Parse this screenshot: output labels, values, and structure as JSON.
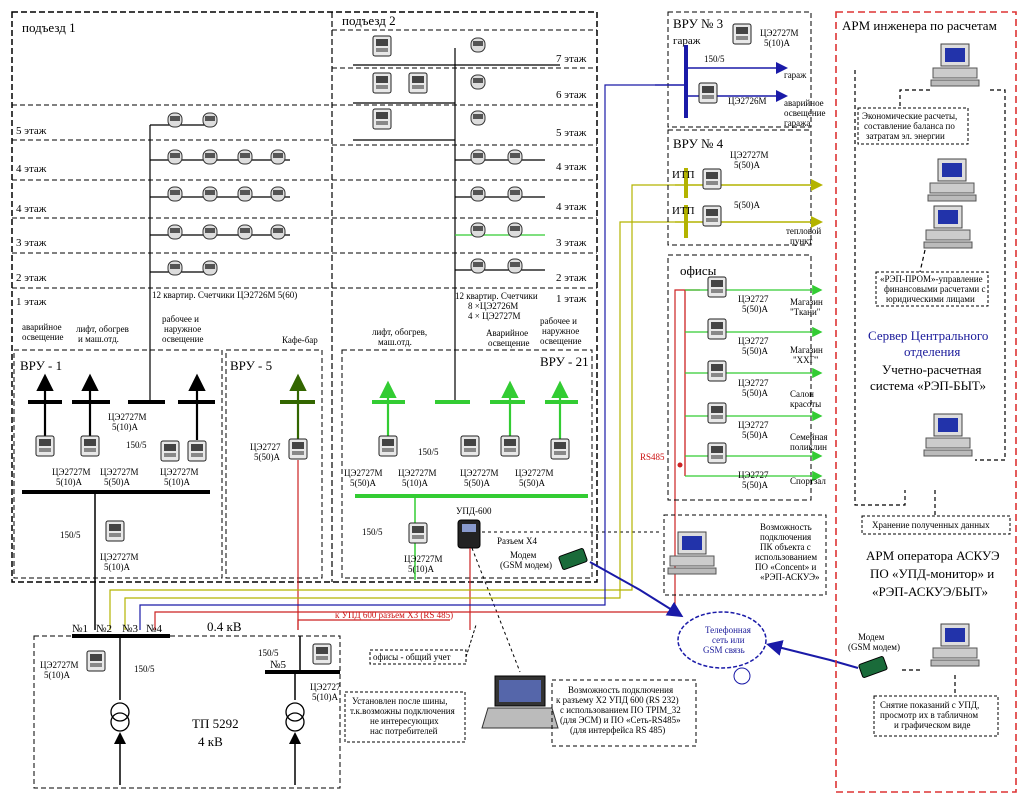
{
  "sections": {
    "entrance1": "подъезд 1",
    "entrance2": "подъезд 2",
    "vru3": "ВРУ № 3",
    "garage": "гараж",
    "vru4": "ВРУ № 4",
    "offices": "офисы",
    "arm_engineer": "АРМ инженера по расчетам",
    "vru1": "ВРУ - 1",
    "vru5": "ВРУ - 5",
    "vru21": "ВРУ - 21",
    "tp": "ТП 5292",
    "tp_voltage": "4 кВ",
    "kv04": "0.4 кВ"
  },
  "floors1": [
    "5 этаж",
    "4 этаж",
    "4 этаж",
    "3 этаж",
    "2 этаж",
    "1 этаж"
  ],
  "floors2": [
    "7 этаж",
    "6 этаж",
    "5 этаж",
    "4 этаж",
    "4 этаж",
    "3 этаж",
    "2 этаж",
    "1 этаж"
  ],
  "labels": {
    "e1_meters": "12 квартир. Счетчики ЦЭ2726М 5(60)",
    "e2_meters_a": "12 квартир. Счетчики",
    "e2_meters_b": "8 ×ЦЭ2726М",
    "e2_meters_c": "4 × ЦЭ2727М",
    "emergency_a": "аварийное",
    "emergency_b": "освещение",
    "lift_a": "лифт, обогрев",
    "lift_b": "и маш.отд.",
    "work_a": "рабочее и",
    "work_b": "наружное",
    "work_c": "освещение",
    "cafe": "Кафе-бар",
    "lift2_a": "лифт, обогрев,",
    "lift2_b": "маш.отд.",
    "avar2_a": "Аварийное",
    "avar2_b": "освещение",
    "work2_a": "рабочее и",
    "work2_b": "наружное",
    "work2_c": "освещение",
    "m1": "ЦЭ2727М",
    "m1b": "5(10)А",
    "m2": "ЦЭ2727М",
    "m2b": "5(50)А",
    "m3": "ЦЭ2727М",
    "m3b": "5(10)А",
    "m4": "ЦЭ2727",
    "m4b": "5(50)А",
    "r150": "150/5",
    "upd": "УПД-600",
    "x4": "Разъем Х4",
    "modem_a": "Модем",
    "modem_b": "(GSM модем)",
    "x3": "к УПД 600 разъем Х3 (RS 485)",
    "rs485": "RS485",
    "n1": "№1",
    "n2": "№2",
    "n3": "№3",
    "n4": "№4",
    "n5": "№5",
    "offices_common": "офисы - общий учет",
    "installed_a": "Установлен после шины,",
    "installed_b": "т.к.возможны подключения",
    "installed_c": "не интересующих",
    "installed_d": "нас потребителей",
    "g_meter": "ЦЭ2727М",
    "g_meter_b": "5(10)А",
    "g_meter2": "ЦЭ2726М",
    "g_garage": "гараж",
    "g_avar_a": "аварийное",
    "g_avar_b": "освещение",
    "g_avar_c": "гаража",
    "itp": "ИТП",
    "itp_meter": "ЦЭ2727М",
    "itp_meter_b": "5(50)А",
    "heat_a": "тепловой",
    "heat_b": "пункт",
    "shop1_a": "Магазин",
    "shop1_b": "\"Ткани\"",
    "shop2_a": "Магазин",
    "shop2_b": "\"ХХГ\"",
    "salon_a": "Салон",
    "salon_b": "красоты",
    "clinic_a": "Семейная",
    "clinic_b": "поликлин",
    "sport": "Спортзал",
    "econ_a": "Экономические расчеты,",
    "econ_b": "составление баланса по",
    "econ_c": "затратам эл. энергии",
    "rep_a": "«РЭП-ПРОМ»-управление",
    "rep_b": "финансовыми расчетами с",
    "rep_c": "юридическими лицами",
    "server_a": "Сервер Центрального",
    "server_b": "отделения",
    "server_c": "Учетно-расчетная",
    "server_d": "система «РЭП-БЫТ»",
    "storage": "Хранение полученных данных",
    "arm_op_a": "АРМ оператора АСКУЭ",
    "arm_op_b": "ПО «УПД-монитор» и",
    "arm_op_c": "«РЭП-АСКУЭ/БЫТ»",
    "modem2_a": "Модем",
    "modem2_b": "(GSM модем)",
    "readings_a": "Снятие показаний с УПД,",
    "readings_b": "просмотр их в табличном",
    "readings_c": "и графическом виде",
    "phone_a": "Телефонная",
    "phone_b": "сеть или",
    "phone_c": "GSM связь",
    "pc_a": "Возможность",
    "pc_b": "подключения",
    "pc_c": "ПК объекта с",
    "pc_d": "использованием",
    "pc_e": "ПО «Concent» и",
    "pc_f": "«РЭП-АСКУЭ»",
    "laptop_a": "Возможность подключения",
    "laptop_b": "к разъему Х2 УПД 600 (RS 232)",
    "laptop_c": "с использованием ПО TPIM_32",
    "laptop_d": "(для ЭСМ) и ПО «Сеть-RS485»",
    "laptop_e": "(для интерфейса RS 485)"
  },
  "colors": {
    "black": "#000000",
    "blue": "#1a1aa8",
    "green": "#33cc33",
    "darkgreen": "#336600",
    "olive": "#b3b300",
    "red": "#cc2222",
    "grayred": "#bb5555",
    "dash_red": "#dd3333"
  }
}
